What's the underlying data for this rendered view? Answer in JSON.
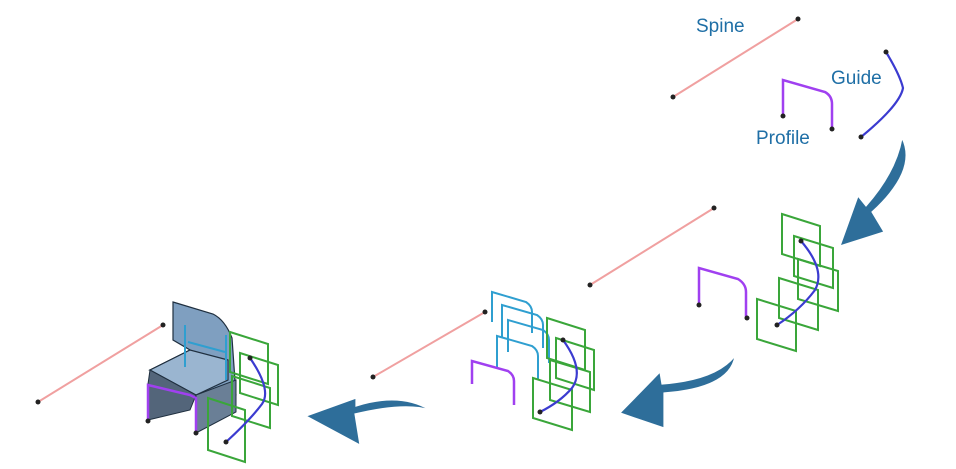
{
  "labels": {
    "spine": "Spine",
    "guide": "Guide",
    "profile": "Profile"
  },
  "colors": {
    "label": "#1f6fa6",
    "spine": "#f0a0a0",
    "profile": "#a040f0",
    "guide": "#3b3bd0",
    "section": "#3aa63a",
    "arrow": "#2e6e9a",
    "surface": "#7f9fc0"
  }
}
